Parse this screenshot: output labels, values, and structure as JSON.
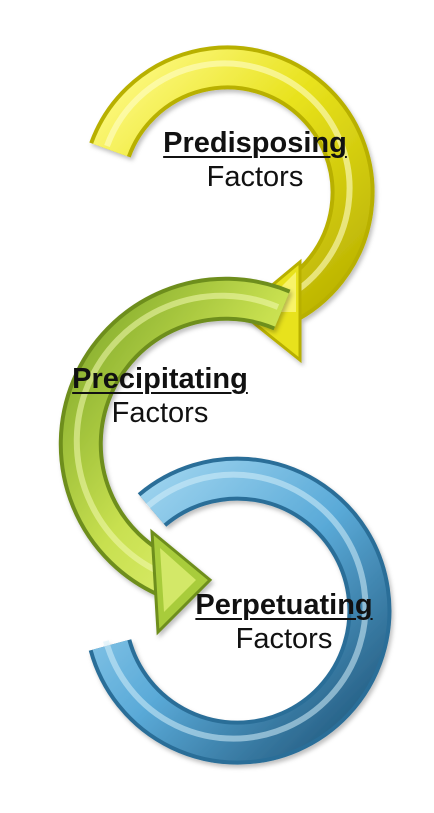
{
  "stages": [
    {
      "title": "Predisposing",
      "subtitle": "Factors",
      "color": "#E8E21C",
      "highlight": "#FFFB8A",
      "shade": "#B8B000"
    },
    {
      "title": "Precipitating",
      "subtitle": "Factors",
      "color": "#A8CC3A",
      "highlight": "#E6F47A",
      "shade": "#6E8E1E"
    },
    {
      "title": "Perpetuating",
      "subtitle": "Factors",
      "color": "#5AAAD8",
      "highlight": "#A8DAF2",
      "shade": "#2A6E98"
    }
  ]
}
